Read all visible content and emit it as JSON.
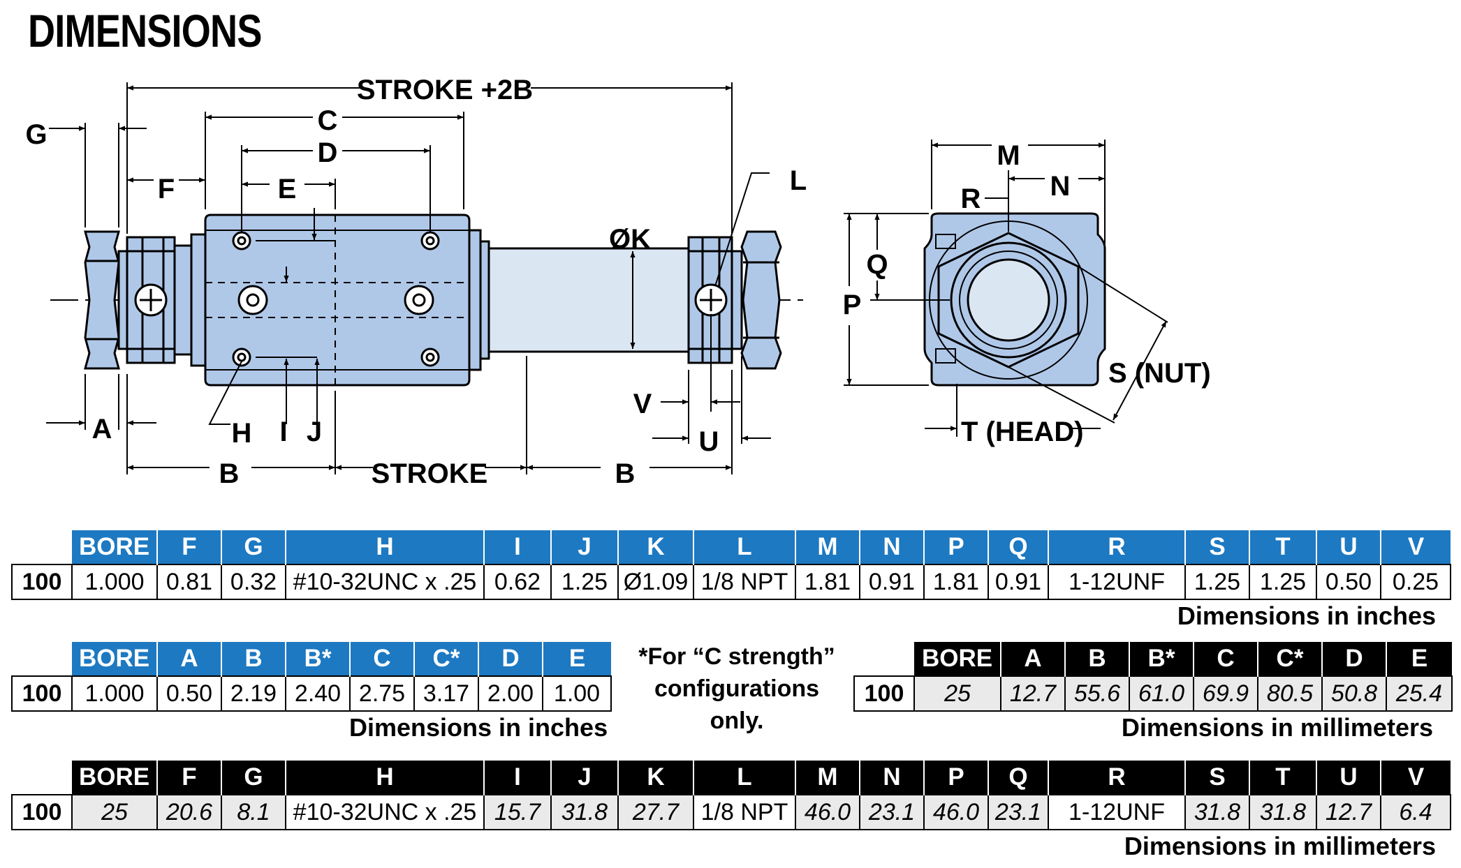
{
  "title": "DIMENSIONS",
  "colors": {
    "body_fill": "#b0c8e8",
    "rod_fill": "#dbe6f3",
    "blue_header": "#1d79c2",
    "black_header": "#000000",
    "mm_cell": "#eaeaea"
  },
  "side_view": {
    "labels": {
      "stroke_2b": "STROKE +2B",
      "c": "C",
      "d": "D",
      "e": "E",
      "f": "F",
      "g": "G",
      "ok": "ØK",
      "l": "L",
      "a": "A",
      "h": "H",
      "i": "I",
      "j": "J",
      "b_left": "B",
      "stroke": "STROKE",
      "b_right": "B",
      "v": "V",
      "u": "U"
    }
  },
  "end_view": {
    "labels": {
      "m": "M",
      "n": "N",
      "r": "R",
      "q": "Q",
      "p": "P",
      "s": "S (NUT)",
      "t": "T (HEAD)"
    }
  },
  "table1": {
    "headers": [
      "BORE",
      "F",
      "G",
      "H",
      "I",
      "J",
      "K",
      "L",
      "M",
      "N",
      "P",
      "Q",
      "R",
      "S",
      "T",
      "U",
      "V"
    ],
    "row_label": "100",
    "values": [
      "1.000",
      "0.81",
      "0.32",
      "#10-32UNC x .25",
      "0.62",
      "1.25",
      "Ø1.09",
      "1/8 NPT",
      "1.81",
      "0.91",
      "1.81",
      "0.91",
      "1-12UNF",
      "1.25",
      "1.25",
      "0.50",
      "0.25"
    ],
    "caption": "Dimensions in inches"
  },
  "table2": {
    "headers": [
      "BORE",
      "A",
      "B",
      "B*",
      "C",
      "C*",
      "D",
      "E"
    ],
    "row_label": "100",
    "values": [
      "1.000",
      "0.50",
      "2.19",
      "2.40",
      "2.75",
      "3.17",
      "2.00",
      "1.00"
    ],
    "caption": "Dimensions in inches"
  },
  "note": {
    "line1": "*For “C strength”",
    "line2": "configurations only."
  },
  "table3": {
    "headers": [
      "BORE",
      "A",
      "B",
      "B*",
      "C",
      "C*",
      "D",
      "E"
    ],
    "row_label": "100",
    "values": [
      "25",
      "12.7",
      "55.6",
      "61.0",
      "69.9",
      "80.5",
      "50.8",
      "25.4"
    ],
    "caption": "Dimensions in millimeters"
  },
  "table4": {
    "headers": [
      "BORE",
      "F",
      "G",
      "H",
      "I",
      "J",
      "K",
      "L",
      "M",
      "N",
      "P",
      "Q",
      "R",
      "S",
      "T",
      "U",
      "V"
    ],
    "row_label": "100",
    "values": [
      "25",
      "20.6",
      "8.1",
      "#10-32UNC x .25",
      "15.7",
      "31.8",
      "27.7",
      "1/8 NPT",
      "46.0",
      "23.1",
      "46.0",
      "23.1",
      "1-12UNF",
      "31.8",
      "31.8",
      "12.7",
      "6.4"
    ],
    "caption": "Dimensions in millimeters"
  }
}
